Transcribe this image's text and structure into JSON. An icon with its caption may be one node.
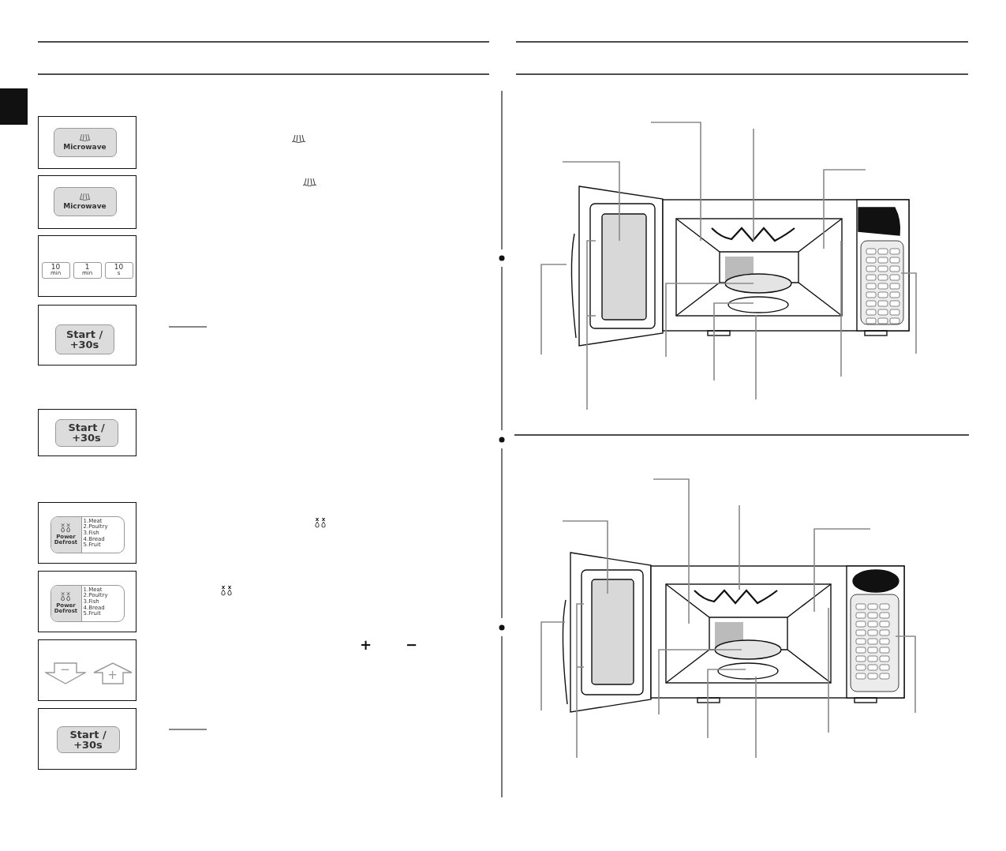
{
  "diagram": {
    "nodes": [
      {
        "text": [],
        "shape": "box"
      },
      {
        "text": [
          "Microwave"
        ],
        "in": 0
      },
      {
        "text": [],
        "shape": "box"
      },
      {
        "text": [
          "Microwave"
        ],
        "in": 2
      },
      {
        "text": [],
        "shape": "box"
      },
      {
        "text": [
          "10",
          "min"
        ],
        "in": 4
      },
      {
        "text": [
          "1",
          "min"
        ],
        "in": 4
      },
      {
        "text": [
          "10",
          "s"
        ],
        "in": 4
      },
      {
        "text": [],
        "shape": "box"
      },
      {
        "text": [
          "Start / +30s"
        ],
        "in": 8
      },
      {
        "text": [],
        "shape": "box"
      },
      {
        "text": [
          "Start / +30s"
        ],
        "in": 10
      },
      {
        "text": [],
        "shape": "box"
      },
      {
        "text": [
          "Power Defrost",
          "1.Meat",
          "2.Poultry",
          "3.Fish",
          "4.Bread",
          "5.Fruit"
        ],
        "in": 12
      },
      {
        "text": [],
        "shape": "box"
      },
      {
        "text": [
          "Power Defrost",
          "1.Meat",
          "2.Poultry",
          "3.Fish",
          "4.Bread",
          "5.Fruit"
        ],
        "in": 14
      },
      {
        "text": [],
        "shape": "box"
      },
      {
        "text": [
          "−"
        ],
        "in": 16
      },
      {
        "text": [
          "+"
        ],
        "in": 16
      },
      {
        "text": [],
        "shape": "box"
      },
      {
        "text": [
          "Start / +30s"
        ],
        "in": 19
      }
    ],
    "labels": [
      "+",
      "−"
    ]
  }
}
